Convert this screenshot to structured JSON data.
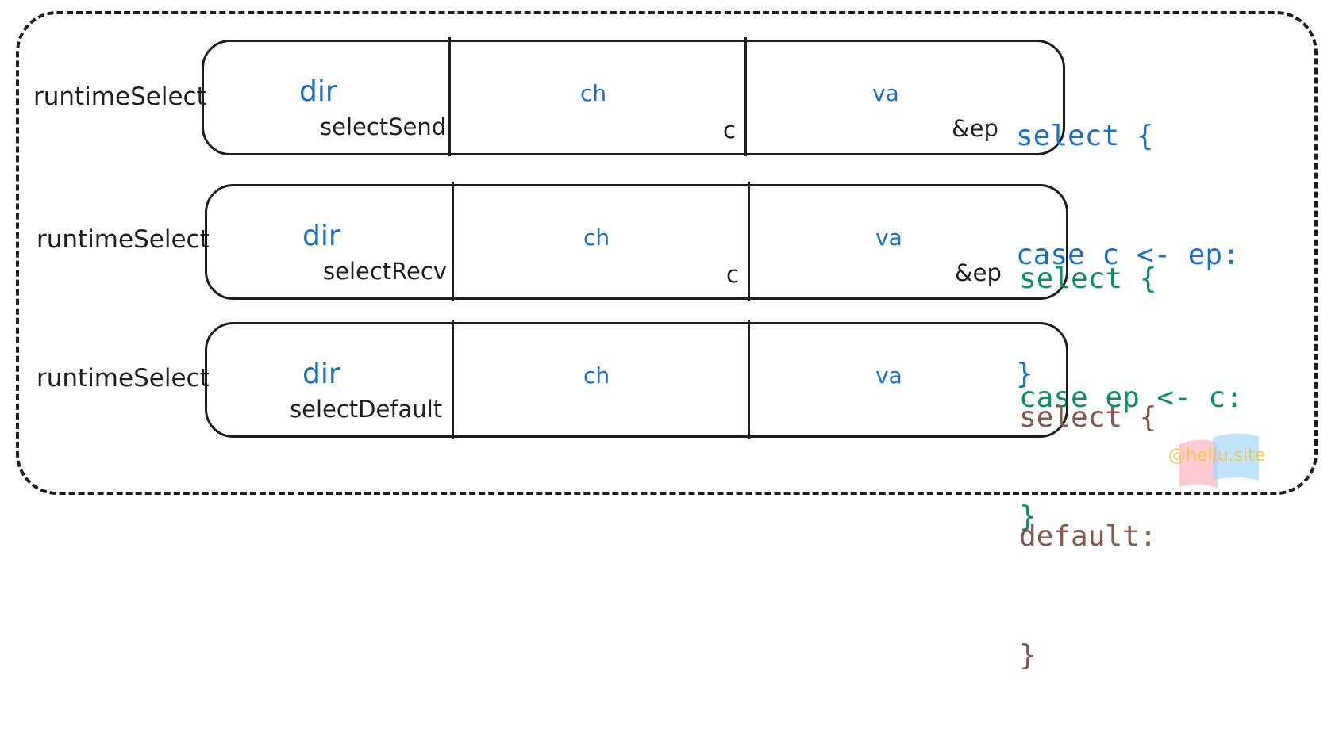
{
  "rows": [
    {
      "label": "runtimeSelect",
      "dir_header": "dir",
      "ch_header": "ch",
      "va_header": "va",
      "dir_value": "selectSend",
      "ch_value": "c",
      "va_value": "&ep",
      "code": [
        "select {",
        "case c <- ep:",
        "}"
      ],
      "code_color": "#1971c2"
    },
    {
      "label": "runtimeSelect",
      "dir_header": "dir",
      "ch_header": "ch",
      "va_header": "va",
      "dir_value": "selectRecv",
      "ch_value": "c",
      "va_value": "&ep",
      "code": [
        "select {",
        "case ep <- c:",
        "}"
      ],
      "code_color": "#099268"
    },
    {
      "label": "runtimeSelect",
      "dir_header": "dir",
      "ch_header": "ch",
      "va_header": "va",
      "dir_value": "selectDefault",
      "ch_value": "",
      "va_value": "",
      "code": [
        "select {",
        "default:",
        "}"
      ],
      "code_color": "#845a4d"
    }
  ],
  "watermark": "@hellu.site"
}
